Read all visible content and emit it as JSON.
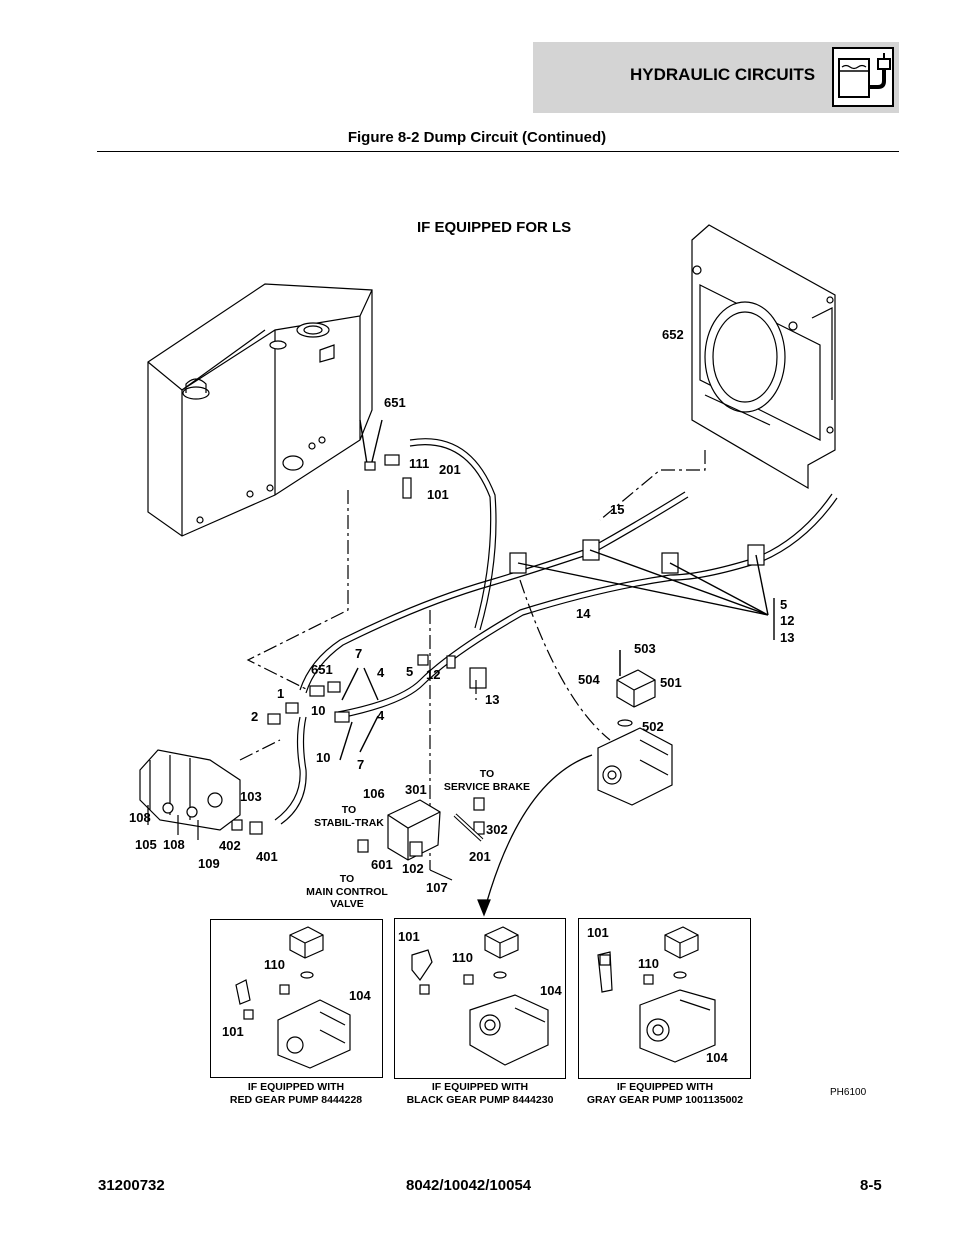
{
  "header": {
    "section_title": "HYDRAULIC CIRCUITS",
    "icon": "hydraulic-reservoir-icon"
  },
  "figure": {
    "title": "Figure 8-2 Dump Circuit (Continued)",
    "subtitle": "IF EQUIPPED FOR LS",
    "figure_id": "PH6100"
  },
  "callouts": {
    "c652": "652",
    "c651a": "651",
    "c111": "111",
    "c201a": "201",
    "c101a": "101",
    "c15": "15",
    "c14": "14",
    "c5a": "5",
    "c12a": "12",
    "c13a": "13",
    "c5b": "5",
    "c12b": "12",
    "c13b": "13",
    "c503": "503",
    "c504": "504",
    "c501": "501",
    "c502": "502",
    "c651b": "651",
    "c7a": "7",
    "c4a": "4",
    "c1": "1",
    "c10a": "10",
    "c2": "2",
    "c4b": "4",
    "c10b": "10",
    "c7b": "7",
    "c103": "103",
    "c108a": "108",
    "c105": "105",
    "c108b": "108",
    "c109": "109",
    "c402": "402",
    "c401": "401",
    "c106": "106",
    "c301": "301",
    "c302": "302",
    "c601": "601",
    "c102": "102",
    "c201b": "201",
    "c107": "107"
  },
  "notes": {
    "to_service_brake": [
      "TO",
      "SERVICE BRAKE"
    ],
    "to_stabil_trak": [
      "TO",
      "STABIL-TRAK"
    ],
    "to_main_control": [
      "TO",
      "MAIN CONTROL",
      "VALVE"
    ]
  },
  "insets": [
    {
      "caption": [
        "IF EQUIPPED WITH",
        "RED GEAR PUMP 8444228"
      ],
      "labels": {
        "a": "110",
        "b": "104",
        "c": "101"
      }
    },
    {
      "caption": [
        "IF EQUIPPED WITH",
        "BLACK GEAR PUMP 8444230"
      ],
      "labels": {
        "a": "101",
        "b": "110",
        "c": "104"
      }
    },
    {
      "caption": [
        "IF EQUIPPED WITH",
        "GRAY GEAR PUMP 1001135002"
      ],
      "labels": {
        "a": "101",
        "b": "110",
        "c": "104"
      }
    }
  ],
  "footer": {
    "doc_number": "31200732",
    "models": "8042/10042/10054",
    "page": "8-5"
  }
}
